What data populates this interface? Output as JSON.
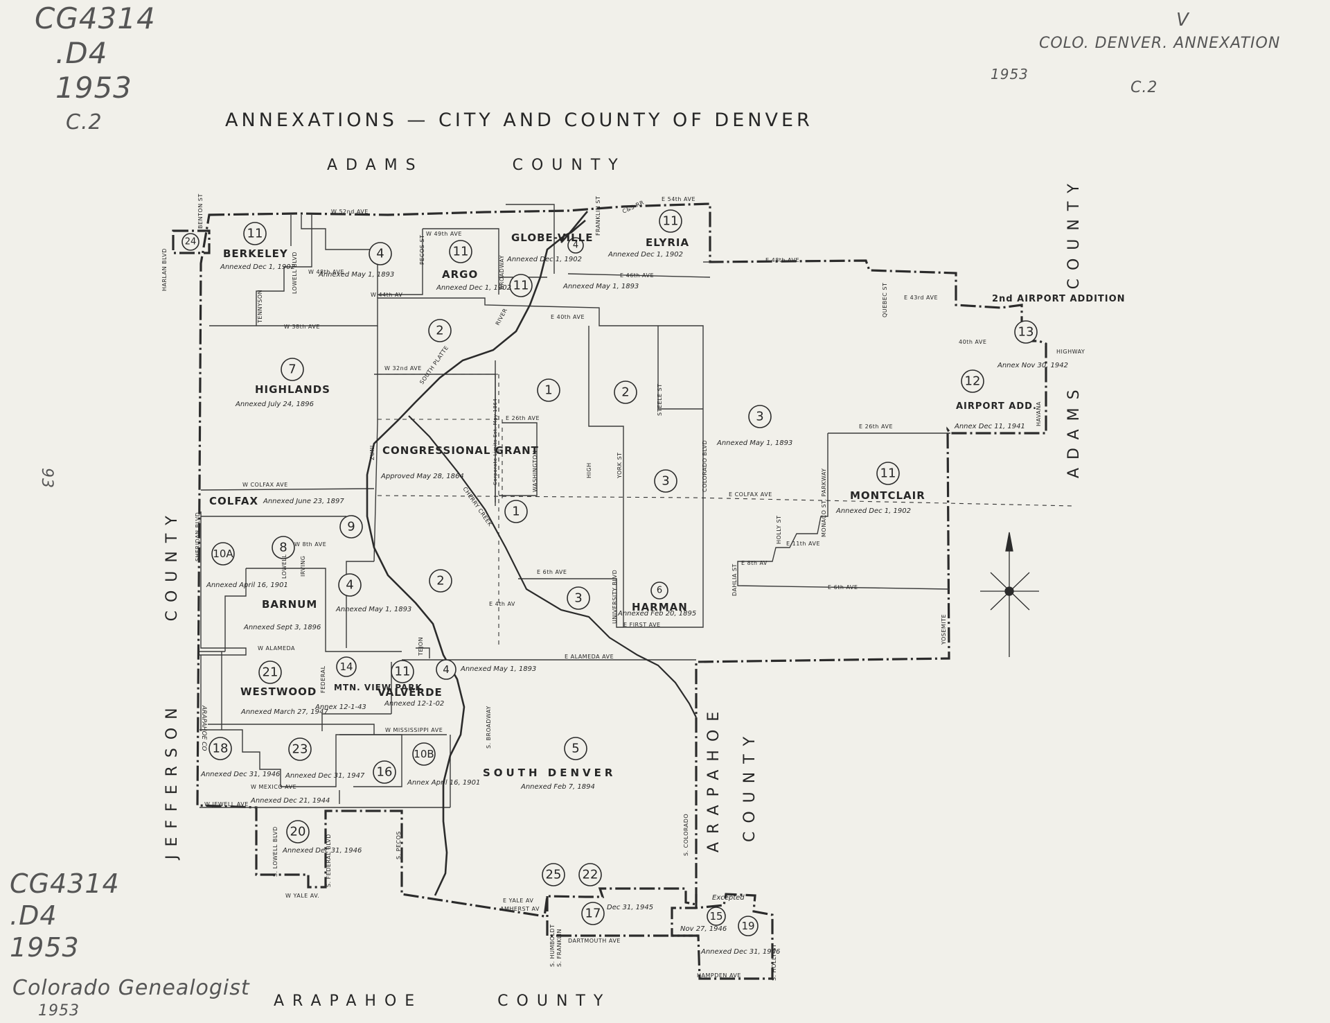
{
  "title": "ANNEXATIONS — CITY AND COUNTY OF DENVER",
  "call_numbers": {
    "top_left": [
      "CG4314",
      ".D4",
      "1953",
      "C.2"
    ],
    "bottom_left": [
      "CG4314",
      ".D4",
      "1953",
      "Colorado Genealogist",
      "1953"
    ],
    "top_right": [
      "V",
      "COLO. DENVER. ANNEXATION",
      "1953",
      "C.2"
    ],
    "page_number": "93"
  },
  "counties": {
    "adams_north": [
      "ADAMS",
      "COUNTY"
    ],
    "adams_east": [
      "ADAMS",
      "COUNTY"
    ],
    "jefferson": [
      "JEFFERSON",
      "COUNTY"
    ],
    "arapahoe_east": [
      "ARAPAHOE",
      "COUNTY"
    ],
    "arapahoe_south": [
      "ARAPAHOE",
      "COUNTY"
    ],
    "arapahoe_small": "ARAPAHOE CO"
  },
  "regions": {
    "berkeley": {
      "num": "11",
      "name": "BERKELEY",
      "note": "Annexed Dec 1, 1902"
    },
    "argo": {
      "num": "11",
      "name": "ARGO",
      "note": "Annexed Dec 1, 1902"
    },
    "globeville": {
      "num": "11",
      "name": "GLOBE-VILLE",
      "note": "Annexed Dec 1, 1902"
    },
    "elyria": {
      "num": "11",
      "name": "ELYRIA",
      "note": "Annexed Dec 1, 1902"
    },
    "highlands": {
      "num": "7",
      "name": "HIGHLANDS",
      "note": "Annexed July 24, 1896"
    },
    "congressional": {
      "num": "",
      "name": "CONGRESSIONAL GRANT",
      "note": "Approved May 28, 1864"
    },
    "colfax": {
      "num": "",
      "name": "COLFAX",
      "note": "Annexed June 23, 1897"
    },
    "montclair": {
      "num": "11",
      "name": "MONTCLAIR",
      "note": "Annexed Dec 1, 1902"
    },
    "airport2": {
      "num": "13",
      "name": "2nd AIRPORT ADDITION",
      "note": "Annex Nov 30, 1942"
    },
    "airport": {
      "num": "12",
      "name": "AIRPORT ADD.",
      "note": "Annex Dec 11, 1941"
    },
    "barnum": {
      "num": "",
      "name": "BARNUM",
      "note": "Annexed Sept 3, 1896"
    },
    "harman": {
      "num": "6",
      "name": "HARMAN",
      "note": "Annexed Feb 20, 1895"
    },
    "westwood": {
      "num": "21",
      "name": "WESTWOOD",
      "note": "Annexed March 27, 1947"
    },
    "mtnview": {
      "num": "14",
      "name": "MTN. VIEW PARK",
      "note": "Annex 12-1-43"
    },
    "valverde": {
      "num": "11",
      "name": "VALVERDE",
      "note": "Annexed 12-1-02"
    },
    "southdenver": {
      "num": "5",
      "name": "SOUTH DENVER",
      "note": "Annexed Feb 7, 1894"
    },
    "r10a": {
      "num": "10A",
      "note": "Annexed April 16, 1901"
    },
    "r10b": {
      "num": "10B",
      "note": "Annex April 16, 1901"
    },
    "r18": {
      "num": "18",
      "note": "Annexed Dec 31, 1946"
    },
    "r23": {
      "num": "23",
      "note": "Annexed Dec 31, 1947"
    },
    "r20": {
      "num": "20",
      "note": "Annexed Dec 31, 1946"
    },
    "r15": {
      "num": "15",
      "note": "Nov 27, 1946"
    },
    "r19": {
      "num": "19",
      "note": "Annexed Dec 31, 1946"
    },
    "r17": {
      "num": "17",
      "note": "Dec 31, 1945"
    }
  },
  "annex_notes": {
    "may1893_a": "Annexed May 1, 1893",
    "may1893_b": "Annexed May 1, 1893",
    "may1893_c": "Annexed May 1, 1893",
    "may1893_d": "Annexed May 1, 1893",
    "may1893_e": "Annexed May 1, 1893",
    "dec1944": "Annexed Dec 21, 1944",
    "excepted": "Excepted"
  },
  "markers": [
    "24",
    "4",
    "2",
    "1",
    "2",
    "3",
    "4",
    "1",
    "9",
    "8",
    "4",
    "2",
    "3",
    "4",
    "16",
    "25",
    "22",
    "11"
  ],
  "streets": [
    "W 52nd AVE",
    "E 54th AVE",
    "W 49th AVE",
    "W 48th AVE",
    "E 48th AVE",
    "W 44th AV",
    "E 46th AVE",
    "E 43rd AVE",
    "40th AVE",
    "E 40th AVE",
    "W 38th AVE",
    "W 32nd AVE",
    "E 26th AVE",
    "E 26th AVE",
    "W COLFAX AVE",
    "E COLFAX AVE",
    "W 8th AVE",
    "E 11th AVE",
    "E 8th AV",
    "E 6th AVE",
    "E 6th AVE",
    "E 4th AV",
    "E FIRST AVE",
    "W ALAMEDA",
    "E ALAMEDA AVE",
    "W MISSISSIPPI AVE",
    "W MEXICO AVE",
    "W JEWELL AVE",
    "W YALE AV.",
    "E YALE AV",
    "AMHERST AV",
    "DARTMOUTH AVE",
    "HAMPDEN AVE",
    "HIGHWAY",
    "HARLAN BLVD",
    "BENTON ST",
    "TENNYSON",
    "LOWELL BLVD",
    "TEJON",
    "PECOS ST",
    "BROADWAY",
    "ZUNI",
    "FRANKLIN ST",
    "YORK ST",
    "STEELE ST",
    "COLORADO BLVD",
    "QUEBEC ST",
    "MONACO ST. PARKWAY",
    "HOLLY ST",
    "DAHLIA ST",
    "YOSEMITE",
    "HAVANA",
    "SHERIDAN BLVD",
    "WASHINGTON",
    "UNIVERSITY BLVD",
    "S. BROADWAY",
    "S. PECOS",
    "S. COLORADO",
    "S. FEDERAL BLVD",
    "S. LOWELL BLVD",
    "S. HOLLY ST",
    "S. FRANKLIN",
    "S. HUMBOLDT",
    "FEDERAL",
    "IRVING",
    "LOWELL",
    "HIGH",
    "RIVER",
    "SOUTH PLATTE",
    "CHERRY CREEK",
    "Corporate Limits Est. May 1864",
    "C&S RR"
  ]
}
